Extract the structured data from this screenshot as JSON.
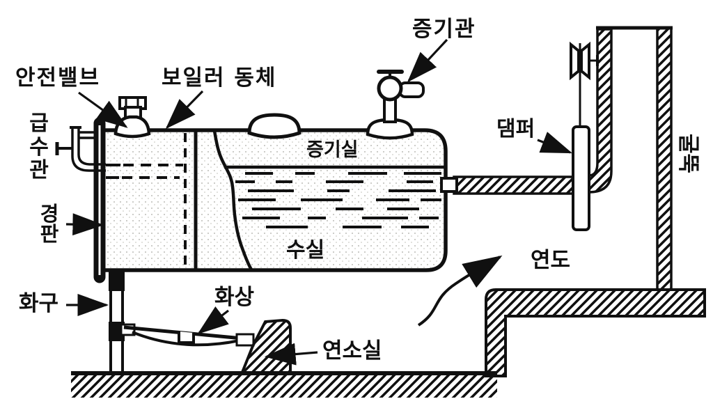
{
  "figure": {
    "kind": "boiler-cross-section-diagram",
    "language": "Korean",
    "colors": {
      "ink": "#101010",
      "paper": "#ffffff"
    },
    "labels": {
      "safety_valve": "안전밸브",
      "boiler_shell": "보일러 동체",
      "steam_pipe": "증기관",
      "feed_water_pipe": "급수관",
      "feed_water_pipe_chars": [
        "급",
        "수",
        "관"
      ],
      "end_plate": "경판",
      "end_plate_chars": [
        "경",
        "판"
      ],
      "steam_room": "증기실",
      "water_room": "수실",
      "damper": "댐퍼",
      "chimney": "굴뚝",
      "flue": "연도",
      "fire_door": "화구",
      "grate": "화상",
      "combustion_chamber": "연소실"
    }
  }
}
